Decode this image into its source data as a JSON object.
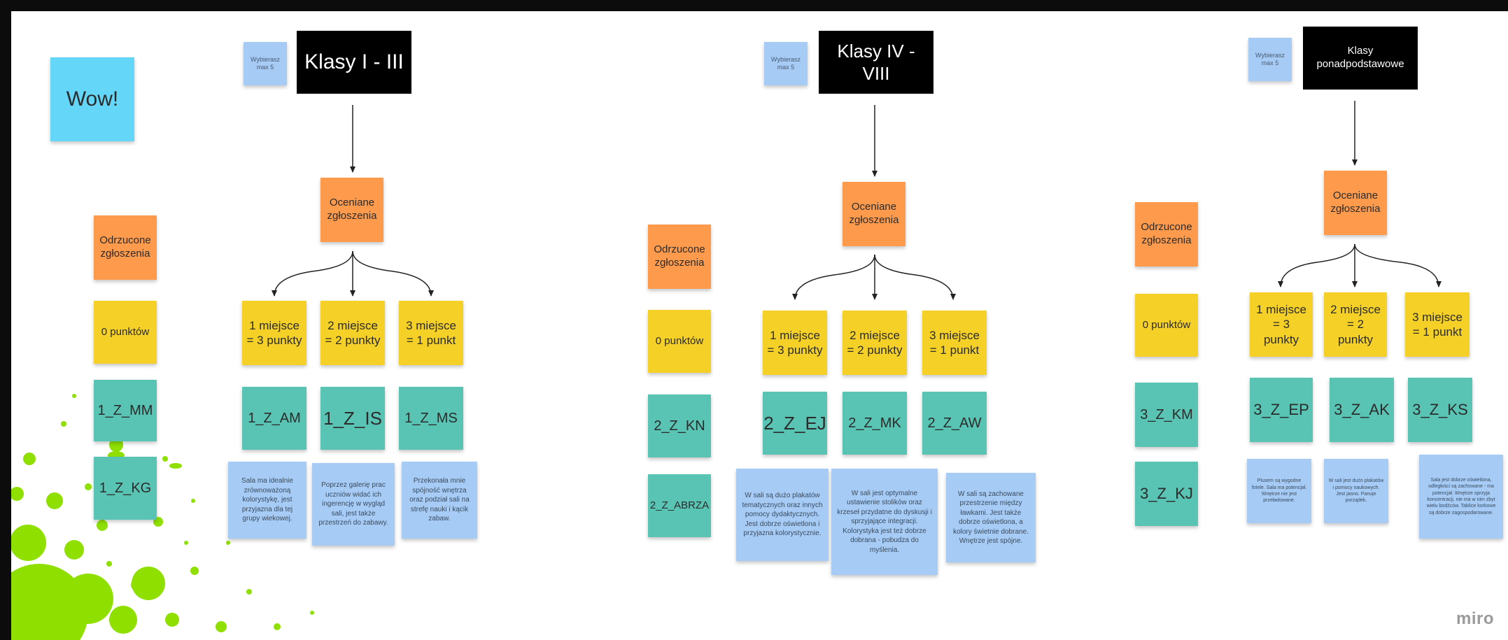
{
  "board": {
    "wow_note": "Wow!",
    "watermark": "miro",
    "colors": {
      "yellow": "#f5d128",
      "orange": "#fd9a4b",
      "teal": "#5ac4b4",
      "blue": "#a6ccf5",
      "cyan": "#64d6f8",
      "black": "#000000",
      "splat_green": "#8fe000"
    }
  },
  "sections": [
    {
      "title": "Klasy I - III",
      "hint": "Wybierasz max 5",
      "evaluated": "Oceniane zgłoszenia",
      "rejected": "Odrzucone zgłoszenia",
      "zero_points": "0 punktów",
      "rejected_codes": [
        "1_Z_MM",
        "1_Z_KG"
      ],
      "places": [
        "1 miejsce = 3 punkty",
        "2 miejsce = 2 punkty",
        "3 miejsce = 1 punkt"
      ],
      "winners": [
        "1_Z_AM",
        "1_Z_IS",
        "1_Z_MS"
      ],
      "descriptions": [
        "Sala ma idealnie zrównoważoną kolorystykę, jest przyjazna dla tej grupy wiekowej.",
        "Poprzez galerię prac uczniów widać ich ingerencję w wygląd sali, jest także przestrzeń do zabawy.",
        "Przekonała mnie spójność wnętrza oraz podział sali na strefę nauki i kącik zabaw."
      ]
    },
    {
      "title": "Klasy IV - VIII",
      "hint": "Wybierasz max 5",
      "evaluated": "Oceniane zgłoszenia",
      "rejected": "Odrzucone zgłoszenia",
      "zero_points": "0 punktów",
      "rejected_codes": [
        "2_Z_KN",
        "2_Z_ABRZA"
      ],
      "places": [
        "1 miejsce = 3 punkty",
        "2 miejsce = 2 punkty",
        "3 miejsce = 1 punkt"
      ],
      "winners": [
        "2_Z_EJ",
        "2_Z_MK",
        "2_Z_AW"
      ],
      "descriptions": [
        "W sali są dużo plakatów tematycznych oraz innych pomocy dydaktycznych. Jest dobrze oświetlona i przyjazna kolorystycznie.",
        "W sali jest optymalne ustawienie stolików oraz krzeseł przydatne do dyskusji i sprzyjające integracji. Kolorystyka jest też dobrze dobrana - pobudza do myślenia.",
        "W sali są zachowane przestrzenie między ławkami. Jest także dobrze oświetlona, a kolory świetnie dobrane. Wnętrze jest spójne."
      ]
    },
    {
      "title": "Klasy ponadpodstawowe",
      "hint": "Wybierasz max 5",
      "evaluated": "Oceniane zgłoszenia",
      "rejected": "Odrzucone zgłoszenia",
      "zero_points": "0 punktów",
      "rejected_codes": [
        "3_Z_KM",
        "3_Z_KJ"
      ],
      "places": [
        "1 miejsce = 3 punkty",
        "2 miejsce = 2 punkty",
        "3 miejsce = 1 punkt"
      ],
      "winners": [
        "3_Z_EP",
        "3_Z_AK",
        "3_Z_KS"
      ],
      "descriptions": [
        "Plusem są wygodne fotele. Sala ma potencjał. Wnętrze nie jest przeładowane.",
        "W sali jest dużo plakatów i pomocy naukowych. Jest jasno. Panuje porządek.",
        "Sala jest dobrze oświetlona, odległości są zachowane - ma potencjał. Wnętrze sprzyja koncentracji, nie ma w nim zbyt wielu bodźców. Tablice korkowe są dobrze zagospodarowane."
      ]
    }
  ]
}
